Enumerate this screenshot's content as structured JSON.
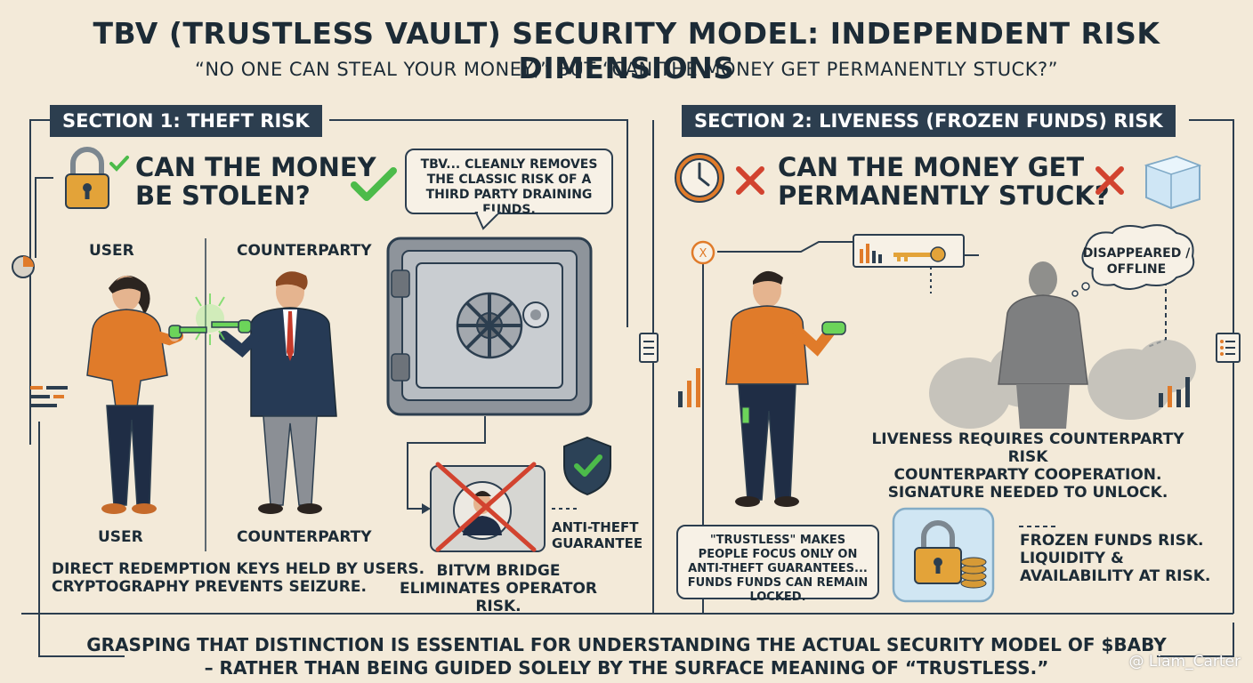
{
  "header": {
    "title": "TBV (TRUSTLESS VAULT) SECURITY MODEL: INDEPENDENT RISK DIMENSIONS",
    "subtitle": "“NO ONE CAN STEAL YOUR MONEY,” BUT “CAN THE MONEY GET PERMANENTLY STUCK?”"
  },
  "section1": {
    "heading": "SECTION 1: THEFT RISK",
    "question_line1": "CAN THE MONEY",
    "question_line2": "BE STOLEN?",
    "quote": "TBV... CLEANLY REMOVES THE CLASSIC RISK OF A THIRD PARTY DRAINING FUNDS.",
    "user_label_top": "USER",
    "counterparty_label_top": "COUNTERPARTY",
    "user_label_bottom": "USER",
    "counterparty_label_bottom": "COUNTERPARTY",
    "caption_line1": "DIRECT REDEMPTION KEYS HELD BY USERS.",
    "caption_line2": "CRYPTOGRAPHY PREVENTS SEIZURE.",
    "anti_theft_line1": "ANTI-THEFT",
    "anti_theft_line2": "GUARANTEE",
    "bridge_line1": "BITVM BRIDGE",
    "bridge_line2": "ELIMINATES OPERATOR RISK."
  },
  "section2": {
    "heading": "SECTION 2: LIVENESS (FROZEN FUNDS) RISK",
    "question_line1": "CAN THE MONEY GET",
    "question_line2": "PERMANENTLY STUCK?",
    "thought_bubble": "DISAPPEARED / OFFLINE",
    "liveness_line1": "LIVENESS REQUIRES COUNTERPARTY RISK",
    "liveness_line2": "COUNTERPARTY COOPERATION.",
    "liveness_line3": "SIGNATURE NEEDED TO UNLOCK.",
    "trustless_quote": "\"TRUSTLESS\" MAKES PEOPLE FOCUS ONLY ON ANTI-THEFT GUARANTEES... FUNDS FUNDS CAN REMAIN LOCKED.",
    "frozen_line1": "FROZEN FUNDS RISK.",
    "frozen_line2": "LIQUIDITY &",
    "frozen_line3": "AVAILABILITY AT RISK."
  },
  "footer": {
    "line1": "GRASPING THAT DISTINCTION IS ESSENTIAL FOR UNDERSTANDING THE ACTUAL SECURITY MODEL OF $BABY",
    "line2": "– RATHER THAN BEING GUIDED SOLELY BY THE SURFACE MEANING OF “TRUSTLESS.”"
  },
  "watermark": "@ Liam_Carter",
  "icons": {
    "padlock": "padlock-icon",
    "check": "check-icon",
    "vault": "vault-icon",
    "shield": "shield-check-icon",
    "clock": "clock-icon",
    "cross": "cross-icon",
    "ice": "ice-cube-icon",
    "key": "key-icon",
    "frozen_lock": "frozen-lock-icon"
  },
  "colors": {
    "background": "#f3ead9",
    "navy": "#2c3e4f",
    "orange": "#e07b2a",
    "green": "#4cbb4a",
    "red": "#d2432f"
  }
}
